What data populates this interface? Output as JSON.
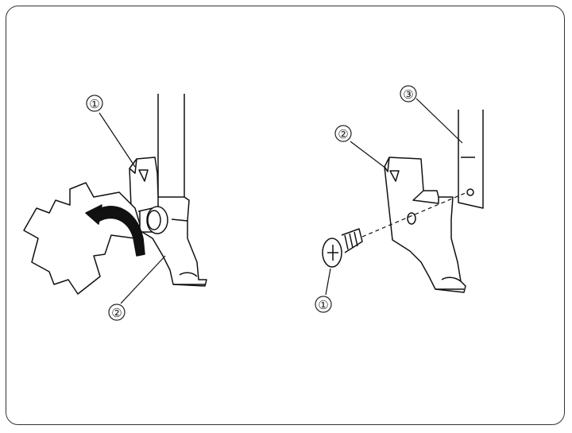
{
  "left_figure": {
    "callouts": [
      "①",
      "②"
    ]
  },
  "right_figure": {
    "callouts": [
      "③",
      "②",
      "①"
    ]
  }
}
